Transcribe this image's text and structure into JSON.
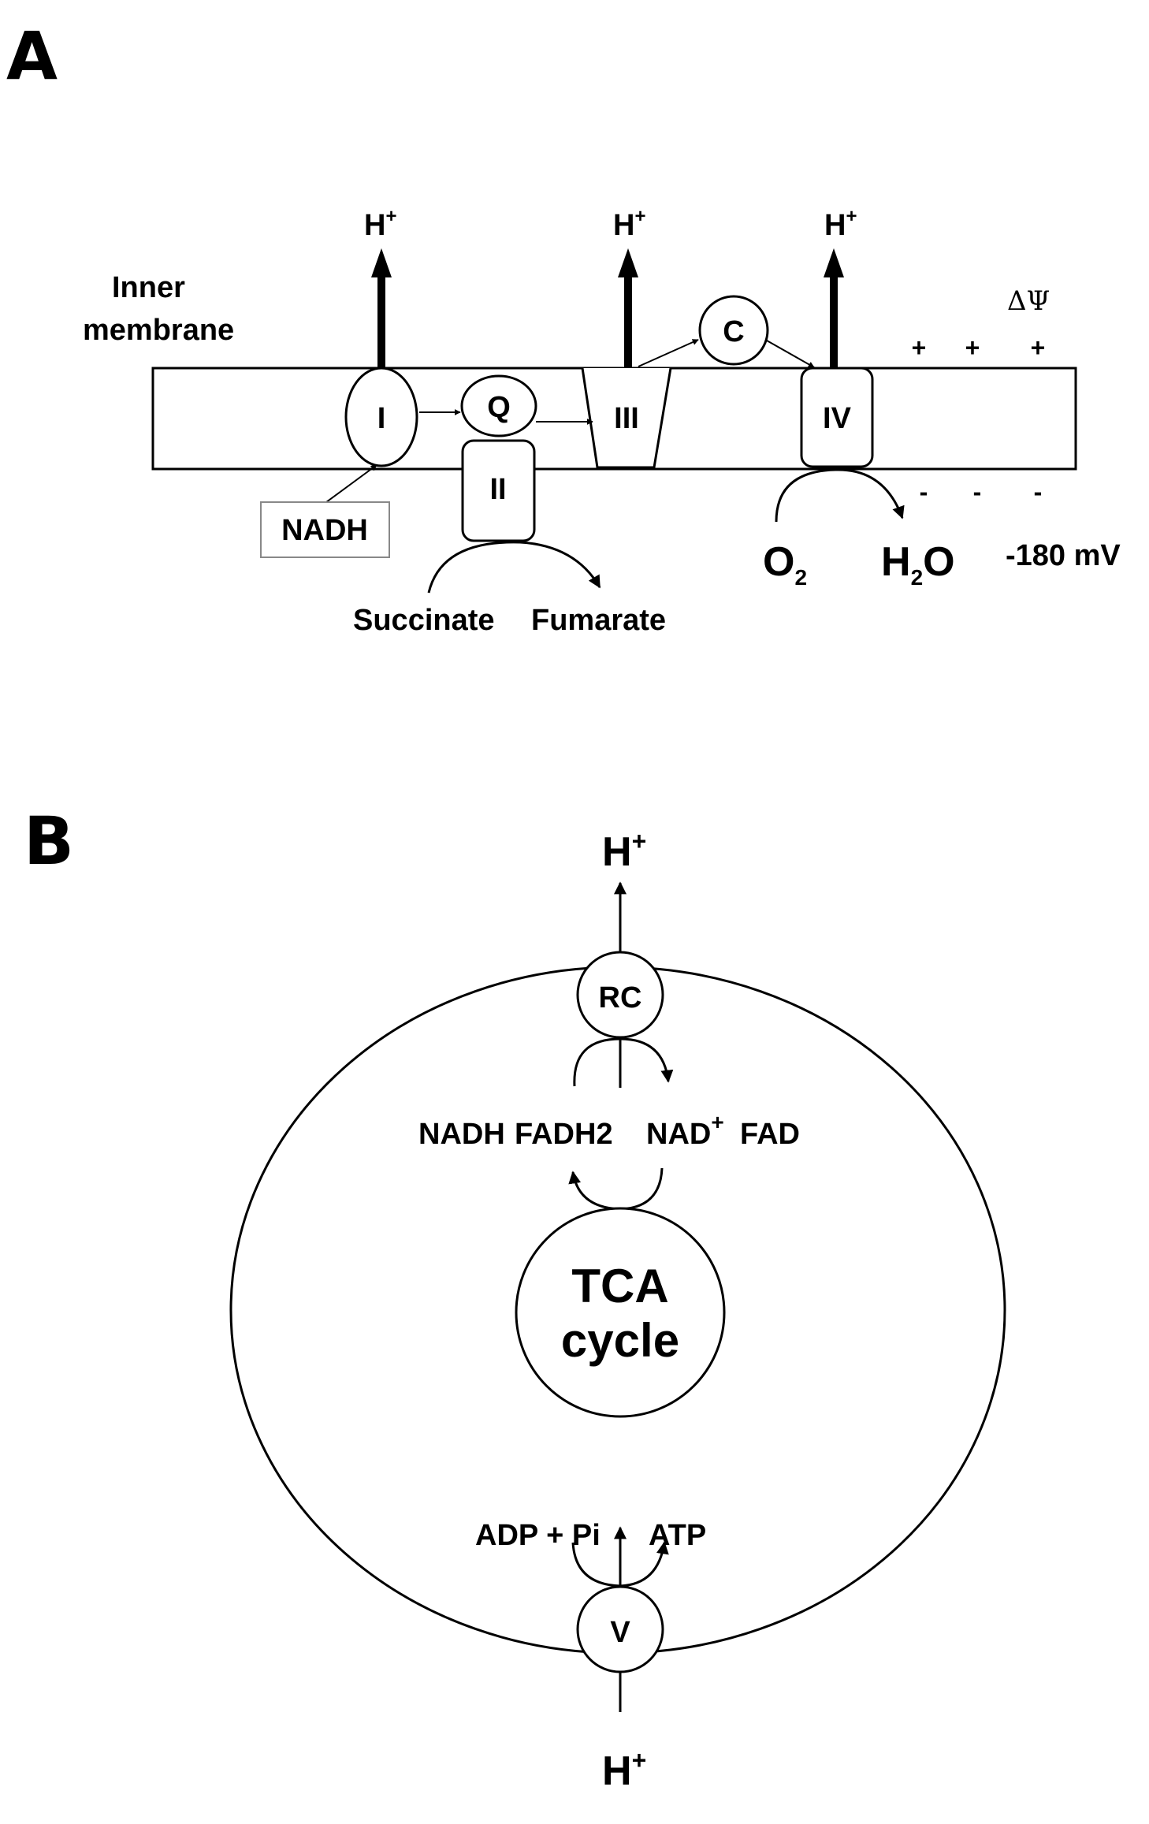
{
  "panel_a": {
    "letter": "A",
    "membrane_label_line1": "Inner",
    "membrane_label_line2": "membrane",
    "h_plus_base": "H",
    "h_plus_sup": "+",
    "complex_i": "I",
    "complex_q": "Q",
    "complex_ii": "II",
    "complex_iii": "III",
    "complex_c": "C",
    "complex_iv": "IV",
    "nadh": "NADH",
    "succinate": "Succinate",
    "fumarate": "Fumarate",
    "o2_base": "O",
    "o2_sub": "2",
    "h2o_h": "H",
    "h2o_sub": "2",
    "h2o_o": "O",
    "delta_psi": "ΔΨ",
    "plus_sign": "+",
    "minus_sign": "-",
    "potential": "-180 mV"
  },
  "panel_b": {
    "letter": "B",
    "h_plus_base": "H",
    "h_plus_sup": "+",
    "rc": "RC",
    "nadh": "NADH",
    "fadh2": "FADH2",
    "nad_base": "NAD",
    "nad_sup": "+",
    "fad": "FAD",
    "tca_line1": "TCA",
    "tca_line2": "cycle",
    "adp_pi": "ADP + Pi",
    "atp": "ATP",
    "v": "V"
  }
}
